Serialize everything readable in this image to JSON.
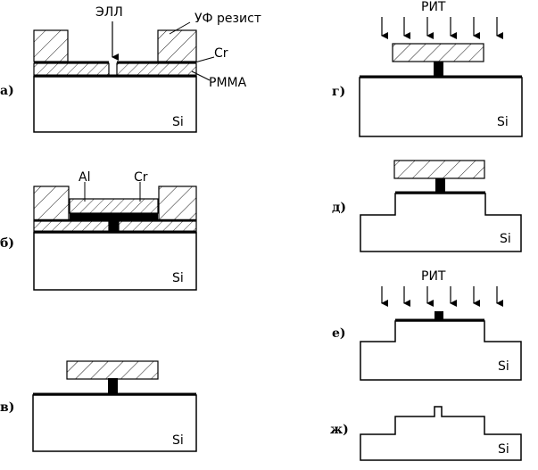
{
  "labels": {
    "ell": "ЭЛЛ",
    "uv_resist": "УФ резист",
    "cr": "Cr",
    "pmma": "PMMA",
    "al": "Al",
    "cr2": "Cr",
    "rit_g": "РИТ",
    "rit_e": "РИТ"
  },
  "panels": [
    {
      "letter": "а)",
      "substrate": "Si"
    },
    {
      "letter": "б)",
      "substrate": "Si"
    },
    {
      "letter": "в)",
      "substrate": "Si"
    },
    {
      "letter": "г)",
      "substrate": "Si"
    },
    {
      "letter": "д)",
      "substrate": "Si"
    },
    {
      "letter": "е)",
      "substrate": "Si"
    },
    {
      "letter": "ж)",
      "substrate": "Si"
    }
  ]
}
